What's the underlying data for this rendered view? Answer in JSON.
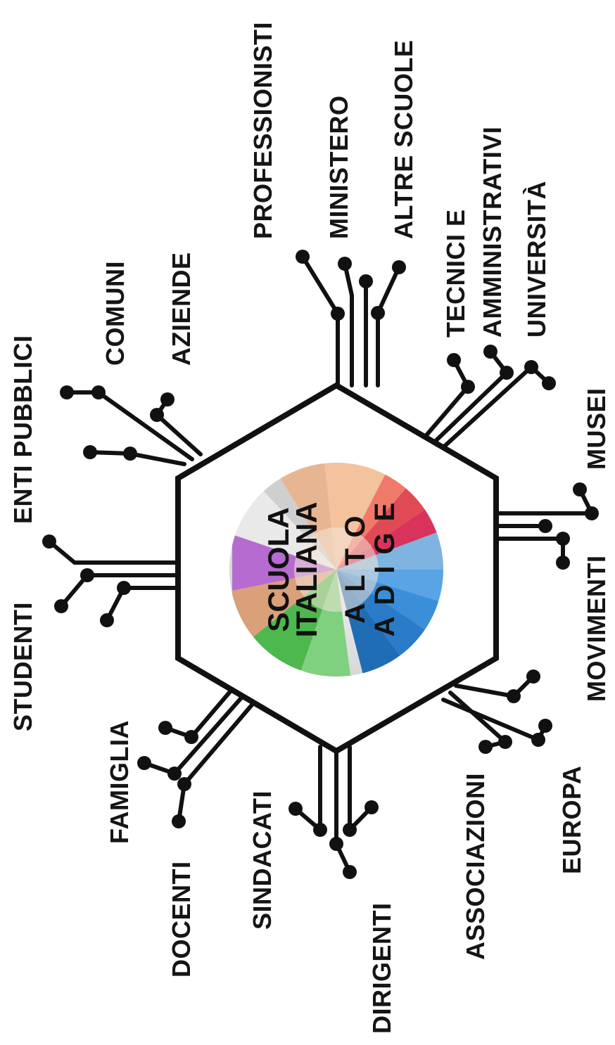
{
  "center": {
    "line1": "SCUOLA",
    "line2": "ITALIANA",
    "line3": "ALTO",
    "line4": "ADIGE"
  },
  "labels": {
    "studenti": "STUDENTI",
    "enti_pubblici": "ENTI PUBBLICI",
    "comuni": "COMUNI",
    "aziende": "AZIENDE",
    "professionisti": "PROFESSIONISTI",
    "ministero": "MINISTERO",
    "altre_scuole": "ALTRE SCUOLE",
    "tecnici_1": "TECNICI E",
    "tecnici_2": "AMMINISTRATIVI",
    "universita": "UNIVERSITÀ",
    "musei": "MUSEI",
    "movimenti": "MOVIMENTI",
    "europa": "EUROPA",
    "associazioni": "ASSOCIAZIONI",
    "dirigenti": "DIRIGENTI",
    "sindacati": "SINDACATI",
    "docenti": "DOCENTI",
    "famiglia": "FAMIGLIA"
  }
}
